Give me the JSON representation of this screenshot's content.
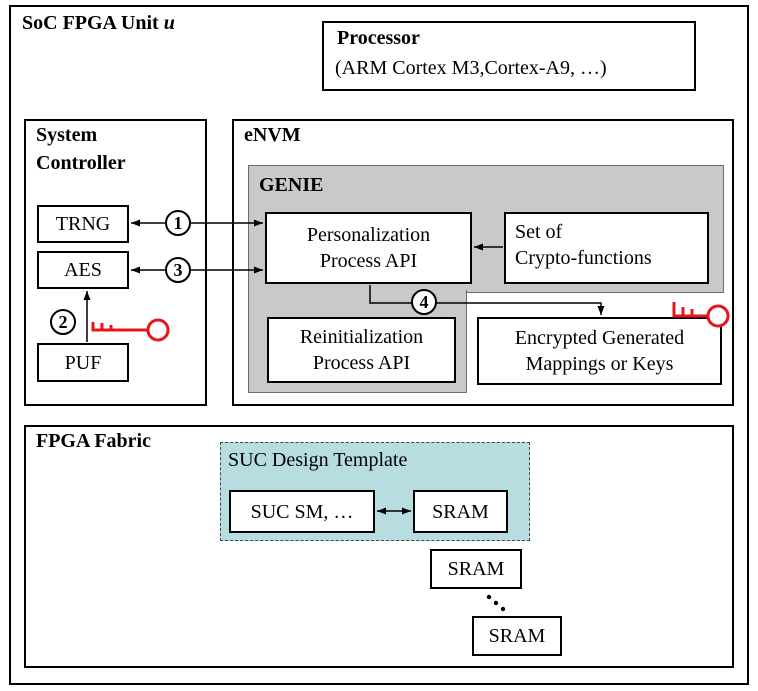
{
  "soc": {
    "title": "SoC FPGA Unit ",
    "title_var": "u"
  },
  "processor": {
    "title": "Processor",
    "subtitle": "(ARM Cortex M3,Cortex-A9, …)"
  },
  "system_controller": {
    "title_line1": "System",
    "title_line2": "Controller"
  },
  "trng": {
    "label": "TRNG"
  },
  "aes": {
    "label": "AES"
  },
  "puf": {
    "label": "PUF"
  },
  "envm": {
    "title": "eNVM"
  },
  "genie": {
    "title": "GENIE"
  },
  "personalization": {
    "line1": "Personalization",
    "line2": "Process API"
  },
  "crypto": {
    "line1": "Set of",
    "line2": "Crypto-functions"
  },
  "reinit": {
    "line1": "Reinitialization",
    "line2": "Process API"
  },
  "encrypted": {
    "line1": "Encrypted Generated",
    "line2": "Mappings or Keys"
  },
  "steps": [
    "1",
    "2",
    "3",
    "4"
  ],
  "fabric": {
    "title": "FPGA Fabric"
  },
  "suc_template": {
    "title": "SUC Design Template"
  },
  "suc_sm": {
    "label": "SUC SM, …"
  },
  "sram": {
    "label": "SRAM"
  },
  "colors": {
    "key": "#e8141c",
    "genie_bg": "#c9c9c9",
    "template_bg": "#b8dde0"
  },
  "icons": [
    "key-icon",
    "vertical-dots-icon"
  ]
}
